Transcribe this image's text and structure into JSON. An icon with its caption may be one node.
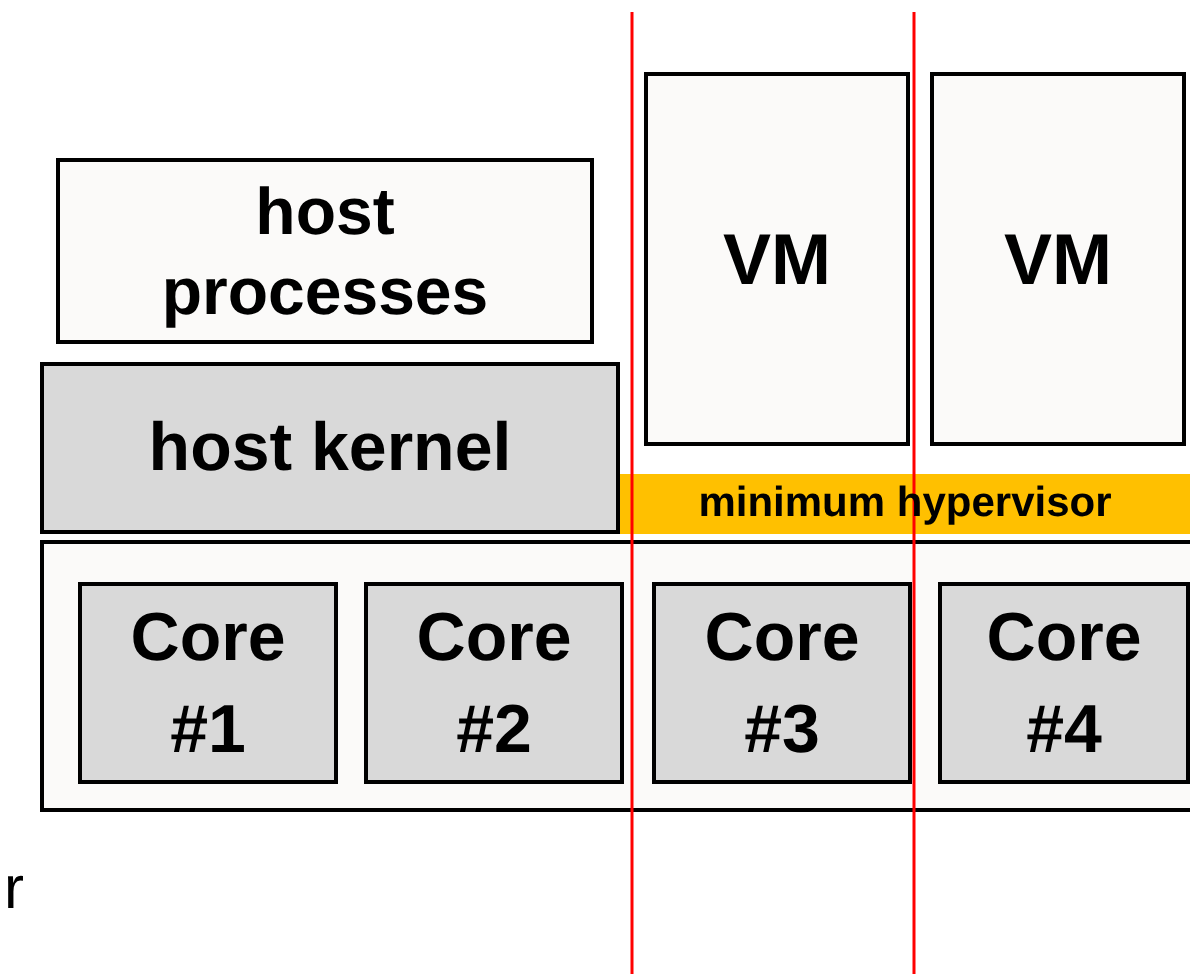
{
  "diagram": {
    "nodes": [
      {
        "text": [
          "host processes"
        ]
      },
      {
        "text": [
          "VM"
        ]
      },
      {
        "text": [
          "VM"
        ]
      },
      {
        "text": [
          "host kernel"
        ]
      },
      {
        "text": [
          "minimum hypervisor"
        ]
      },
      {
        "text": [],
        "shape": "box"
      },
      {
        "text": [
          "Core #1"
        ],
        "in": 5
      },
      {
        "text": [
          "Core #2"
        ],
        "in": 5
      },
      {
        "text": [
          "Core #3"
        ],
        "in": 5
      },
      {
        "text": [
          "Core #4"
        ],
        "in": 5
      }
    ],
    "labels": [
      "r"
    ]
  }
}
